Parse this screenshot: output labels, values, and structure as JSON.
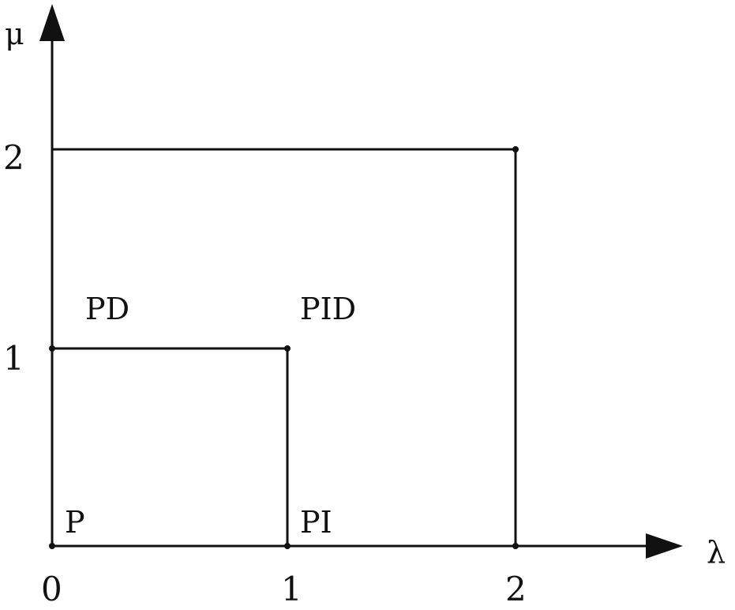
{
  "diagram": {
    "type": "parameter-region-diagram",
    "axes": {
      "x": {
        "label": "λ",
        "ticks": [
          "0",
          "1",
          "2"
        ]
      },
      "y": {
        "label": "μ",
        "ticks": [
          "1",
          "2"
        ]
      }
    },
    "regions": [
      {
        "label": "P",
        "x_range": [
          0,
          1
        ],
        "y_range": [
          0,
          1
        ]
      },
      {
        "label": "PI",
        "x_range": [
          1,
          2
        ],
        "y_range": [
          0,
          1
        ]
      },
      {
        "label": "PD",
        "x_range": [
          0,
          1
        ],
        "y_range": [
          1,
          2
        ]
      },
      {
        "label": "PID",
        "x_range": [
          1,
          2
        ],
        "y_range": [
          1,
          2
        ]
      }
    ],
    "boxes": [
      {
        "name": "inner-box",
        "corner": [
          1,
          1
        ]
      },
      {
        "name": "outer-box",
        "corner": [
          2,
          2
        ]
      }
    ],
    "colors": {
      "line": "#111111",
      "background": "#ffffff"
    }
  }
}
